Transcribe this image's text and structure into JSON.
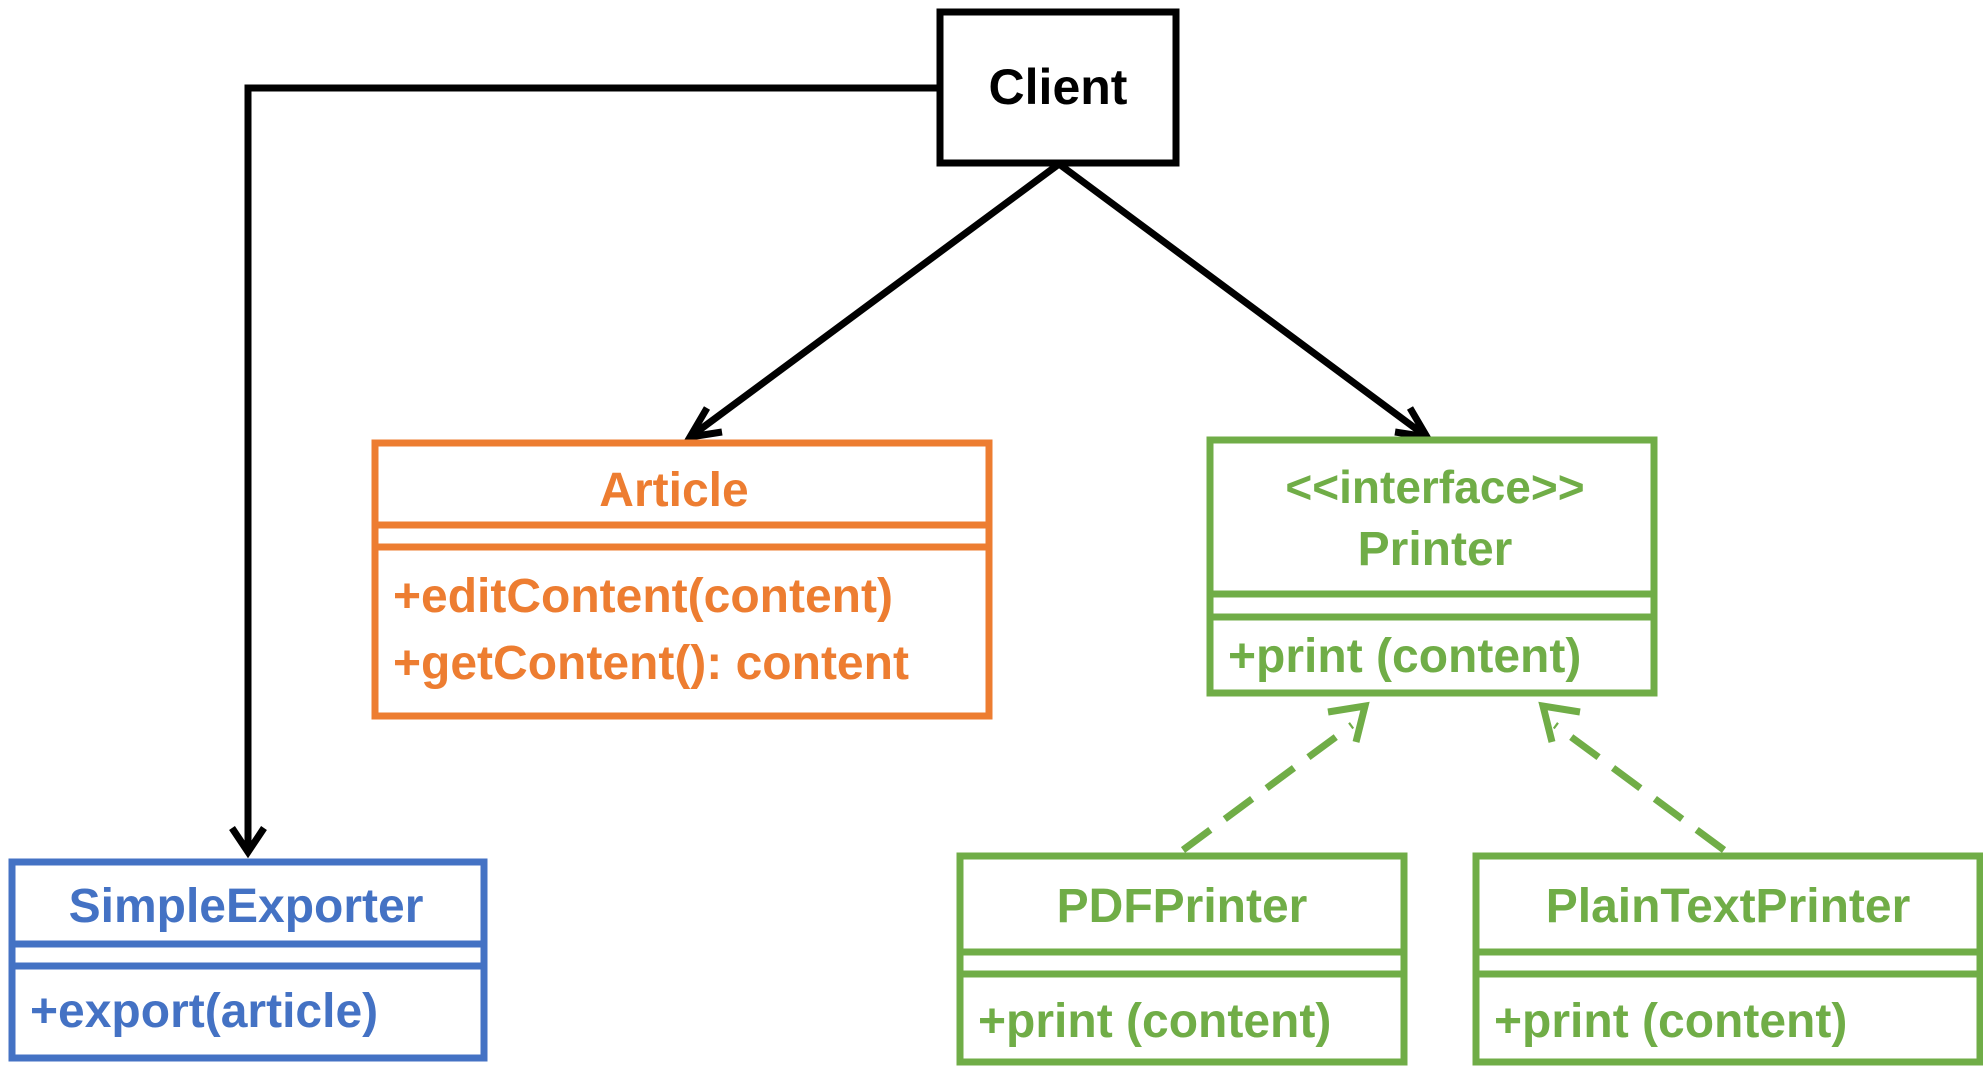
{
  "colors": {
    "line": "#000000",
    "article": "#ED7D31",
    "exporter": "#4472C4",
    "printer": "#70AD47"
  },
  "client": {
    "name": "Client"
  },
  "article": {
    "name": "Article",
    "methods": [
      "+editContent(content)",
      "+getContent(): content"
    ]
  },
  "printer": {
    "stereotype": "<<interface>>",
    "name": "Printer",
    "methods": [
      "+print (content)"
    ]
  },
  "simple_exporter": {
    "name": "SimpleExporter",
    "methods": [
      "+export(article)"
    ]
  },
  "pdf_printer": {
    "name": "PDFPrinter",
    "methods": [
      "+print (content)"
    ]
  },
  "plain_text_printer": {
    "name": "PlainTextPrinter",
    "methods": [
      "+print (content)"
    ]
  }
}
